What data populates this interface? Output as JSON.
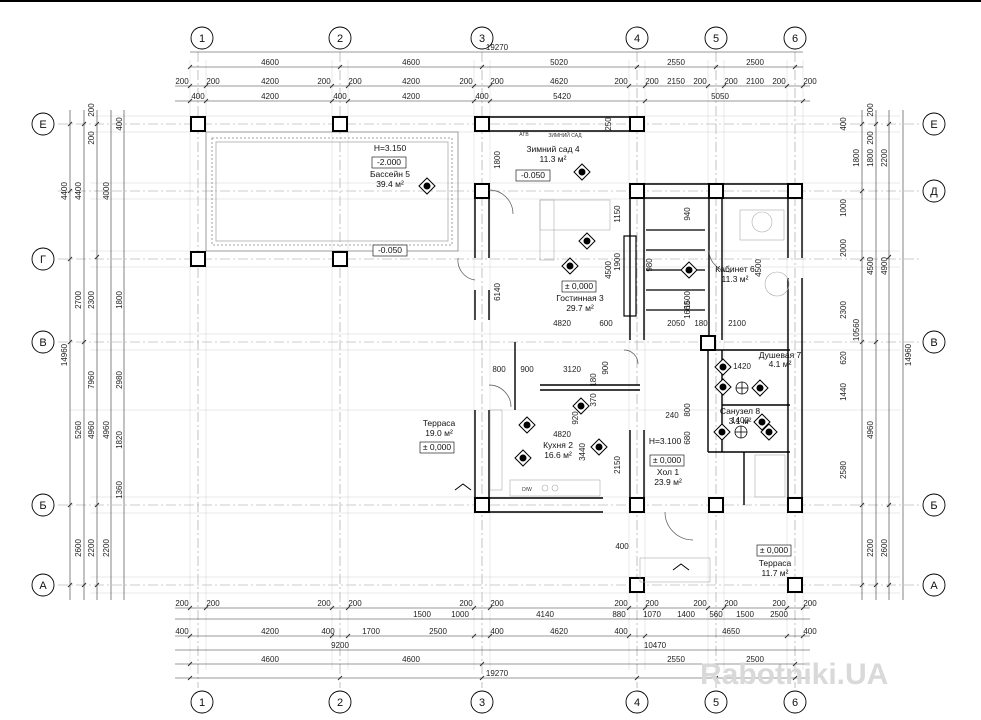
{
  "axes": {
    "columns": [
      "1",
      "2",
      "3",
      "4",
      "5",
      "6"
    ],
    "rows": [
      "Е",
      "Д",
      "Г",
      "В",
      "Б",
      "А"
    ]
  },
  "dims_top": {
    "total": "19270",
    "row1": [
      "4600",
      "4600",
      "5020",
      "2550",
      "2500"
    ],
    "row2": [
      "200",
      "200",
      "4200",
      "200",
      "200",
      "4200",
      "200",
      "200",
      "4620",
      "200",
      "200",
      "2150",
      "200",
      "200",
      "2100",
      "200",
      "200"
    ],
    "row3": [
      "400",
      "4200",
      "400",
      "4200",
      "400",
      "5420",
      "5050"
    ]
  },
  "dims_bottom": {
    "total": "19270",
    "row_a": [
      "200",
      "200",
      "200",
      "200",
      "200",
      "200",
      "200",
      "200",
      "200",
      "200",
      "200",
      "200",
      "200"
    ],
    "row_b": [
      "1500",
      "1000",
      "4140",
      "880",
      "1070",
      "1400",
      "560",
      "1500",
      "2500"
    ],
    "row_c": [
      "400",
      "4200",
      "400",
      "1700",
      "2500",
      "400",
      "4620",
      "400",
      "4650",
      "400"
    ],
    "row_d": [
      "9200",
      "10470"
    ],
    "row_e": [
      "4600",
      "4600",
      "2550",
      "2500"
    ]
  },
  "dims_left": [
    "4400",
    "4000",
    "4400",
    "2700",
    "2300",
    "1800",
    "7960",
    "4960",
    "2980",
    "5260",
    "4960",
    "1820",
    "1360",
    "2600",
    "2200",
    "2200",
    "14960",
    "200",
    "400",
    "200"
  ],
  "dims_right": [
    "1800",
    "1800",
    "2200",
    "1000",
    "2000",
    "4500",
    "4900",
    "2300",
    "10560",
    "620",
    "1440",
    "4960",
    "2580",
    "2200",
    "2600",
    "14960",
    "200",
    "400",
    "200"
  ],
  "dims_inner": [
    "6140",
    "4820",
    "4820",
    "3120",
    "4500",
    "900",
    "900",
    "800",
    "940",
    "1150",
    "1900",
    "1500",
    "1660",
    "2050",
    "180",
    "2100",
    "1420",
    "1400",
    "800",
    "680",
    "3440",
    "2150",
    "240",
    "370",
    "180",
    "920",
    "600",
    "250",
    "1800",
    "400",
    "980",
    "4500"
  ],
  "rooms": [
    {
      "name": "Бассейн 5",
      "area": "39.4 м²"
    },
    {
      "name": "Зимний сад 4",
      "area": "11.3 м²"
    },
    {
      "name": "Гостинная 3",
      "area": "29.7 м²"
    },
    {
      "name": "Кабинет 6",
      "area": "11.3 м²"
    },
    {
      "name": "Душевая 7",
      "area": "4.1 м²"
    },
    {
      "name": "Санузел 8",
      "area": "3.1 м²"
    },
    {
      "name": "Кухня 2",
      "area": "16.6 м²"
    },
    {
      "name": "Хол 1",
      "area": "23.9 м²"
    },
    {
      "name": "Терраса",
      "area": "19.0 м²"
    },
    {
      "name": "Терраса",
      "area": "11.7 м²"
    }
  ],
  "levels": {
    "pool_h": "H=3.150",
    "pool_depth": "-2.000",
    "garden": "-0.050",
    "pool_side": "-0.050",
    "living": "± 0,000",
    "terrace_w": "± 0,000",
    "hall_h": "H=3.100",
    "hall": "± 0,000",
    "terrace_s": "± 0,000"
  },
  "small_labels": {
    "agv": "АГВ",
    "dw": "D/W",
    "garden_equipment": "ЗИМНИЙ САД"
  },
  "watermark": "Rabotniki.UA"
}
